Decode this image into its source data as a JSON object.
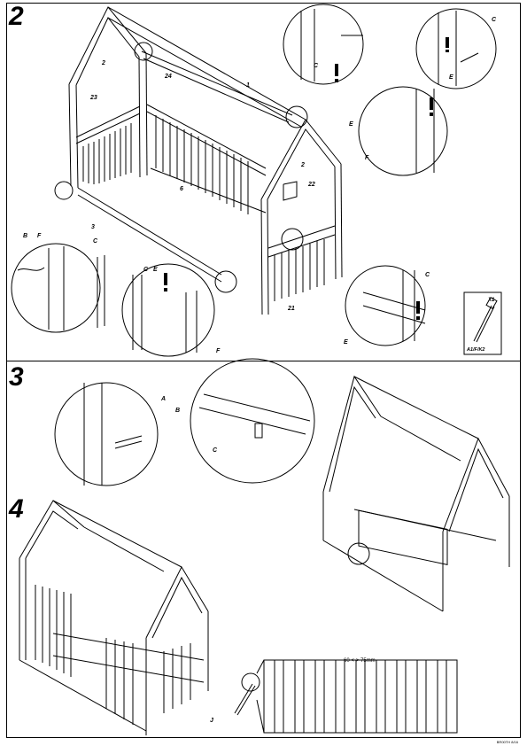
{
  "steps": {
    "s2": "2",
    "s3": "3",
    "s4": "4"
  },
  "step2": {
    "parts": [
      "2",
      "23",
      "24",
      "1",
      "2",
      "22",
      "21",
      "3",
      "6"
    ],
    "fasteners": [
      "B",
      "F",
      "C",
      "C",
      "E",
      "F",
      "C",
      "E",
      "E",
      "F",
      "C",
      "E",
      "C"
    ],
    "hardware_box": {
      "quantity": "X1",
      "code": "A1/F/K2"
    }
  },
  "step3": {
    "fasteners": [
      "A",
      "B",
      "C"
    ]
  },
  "step4": {
    "fastener": "J",
    "dimension": "60 <-> 75mm"
  },
  "footer_code": "BR00TH 8/16"
}
